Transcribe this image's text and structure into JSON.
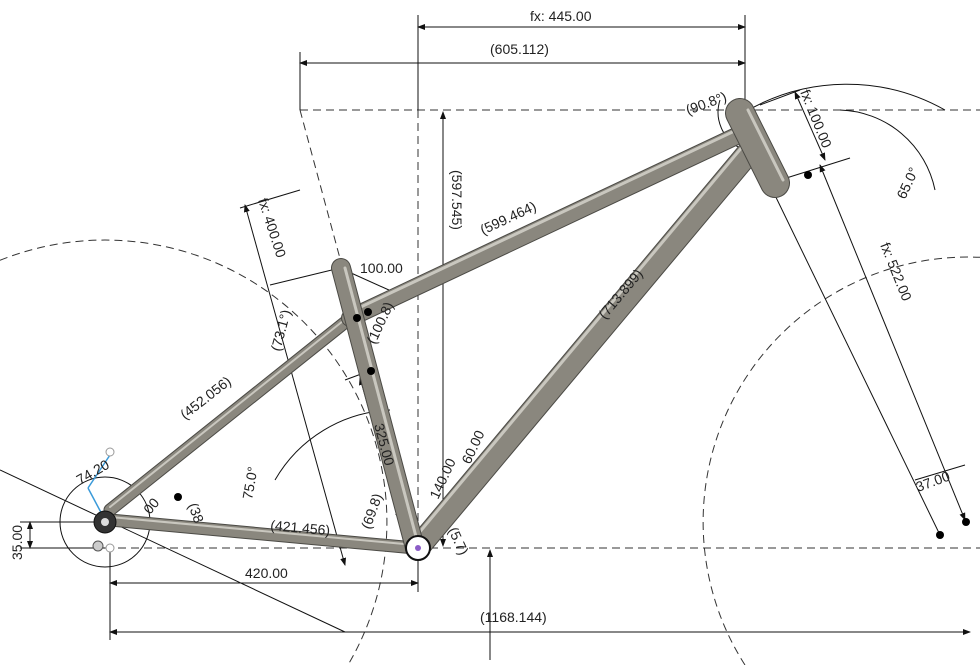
{
  "dimensions": {
    "fx445": "fx: 445.00",
    "reach": "(605.112)",
    "stack": "(597.545)",
    "top_tube": "(599.464)",
    "down_tube": "(713.899)",
    "seat_stay": "(452.056)",
    "chain_stay": "(421.456)",
    "wheelbase": "(1168.144)",
    "chainstay_h": "420.00",
    "bb_drop": "35.00",
    "dropout": "74.20",
    "seat_tube_fx": "fx: 400.00",
    "seat_top": "100.00",
    "seat_angle": "(73.1°)",
    "seat_small": "(100.8)",
    "seat_tube_len": "325.00",
    "st_angle": "75.0°",
    "bb_angle": "(69.8)",
    "dt_marks": "140.00",
    "dt_marks2": "60.00",
    "bb_small": "(5.7)",
    "head_angle_small": "(90.8°)",
    "head_fx": "fx: 100.00",
    "head_angle": "65.0°",
    "fork_fx": "fx: 522.00",
    "fork_offset": "37.00",
    "stay_small": "(38",
    "stay_len": "00"
  }
}
